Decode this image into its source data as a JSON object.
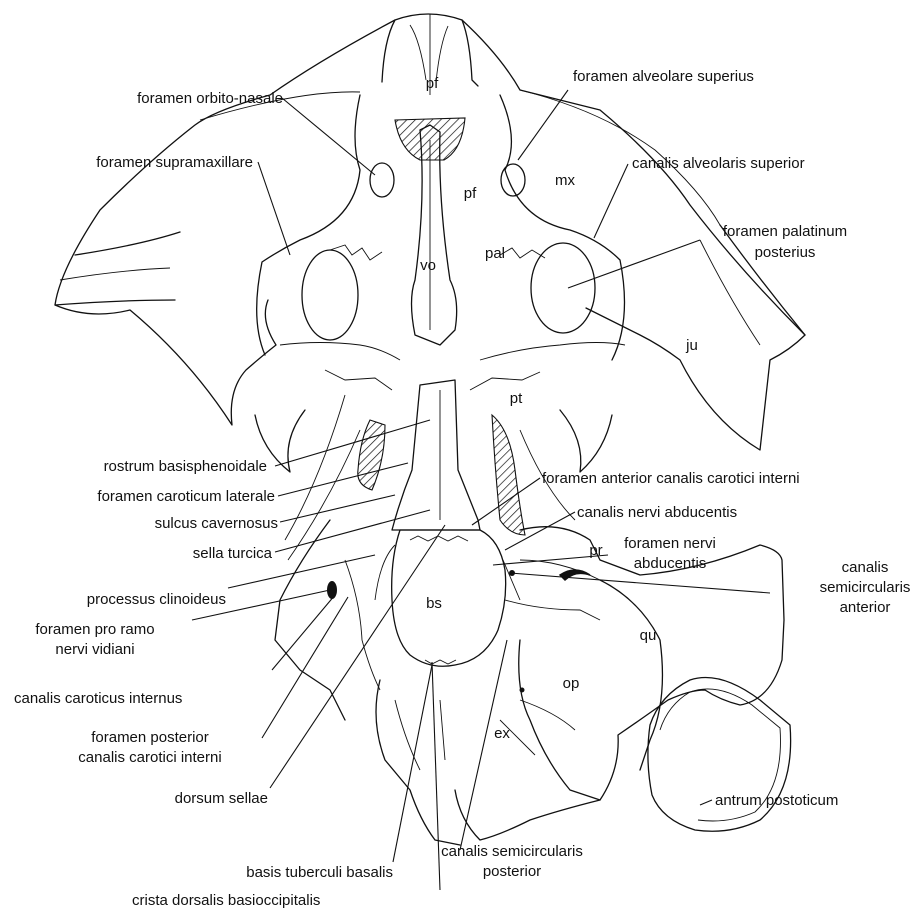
{
  "bone_labels": {
    "pf_upper": "pf",
    "pf_lower": "pf",
    "mx": "mx",
    "pal": "pal",
    "vo": "vo",
    "ju": "ju",
    "pt": "pt",
    "pr": "pr",
    "bs": "bs",
    "qu": "qu",
    "op": "op",
    "ex": "ex"
  },
  "callouts": {
    "foramen_orbito_nasale": "foramen orbito-nasale",
    "foramen_alveolare_superius": "foramen alveolare superius",
    "foramen_supramaxillare": "foramen supramaxillare",
    "canalis_alveolaris_superior": "canalis alveolaris superior",
    "foramen_palatinum_posterius_1": "foramen palatinum",
    "foramen_palatinum_posterius_2": "posterius",
    "rostrum_basisphenoidale": "rostrum basisphenoidale",
    "foramen_caroticum_laterale": "foramen caroticum laterale",
    "sulcus_cavernosus": "sulcus cavernosus",
    "sella_turcica": "sella turcica",
    "foramen_anterior_canalis": "foramen anterior canalis carotici interni",
    "canalis_nervi_abducentis": "canalis nervi abducentis",
    "foramen_nervi_abducentis_1": "foramen nervi",
    "foramen_nervi_abducentis_2": "abducentis",
    "processus_clinoideus": "processus clinoideus",
    "canalis_semicircularis_anterior_1": "canalis",
    "canalis_semicircularis_anterior_2": "semicircularis",
    "canalis_semicircularis_anterior_3": "anterior",
    "foramen_pro_ramo_1": "foramen pro ramo",
    "foramen_pro_ramo_2": "nervi vidiani",
    "canalis_caroticus_internus": "canalis caroticus internus",
    "foramen_posterior_canalis_1": "foramen posterior",
    "foramen_posterior_canalis_2": "canalis carotici interni",
    "antrum_postoticum": "antrum postoticum",
    "dorsum_sellae": "dorsum sellae",
    "canalis_semicircularis_posterior_1": "canalis semicircularis",
    "canalis_semicircularis_posterior_2": "posterior",
    "basis_tuberculi_basalis": "basis tuberculi basalis",
    "crista_dorsalis_basioccipitalis": "crista dorsalis basioccipitalis"
  }
}
